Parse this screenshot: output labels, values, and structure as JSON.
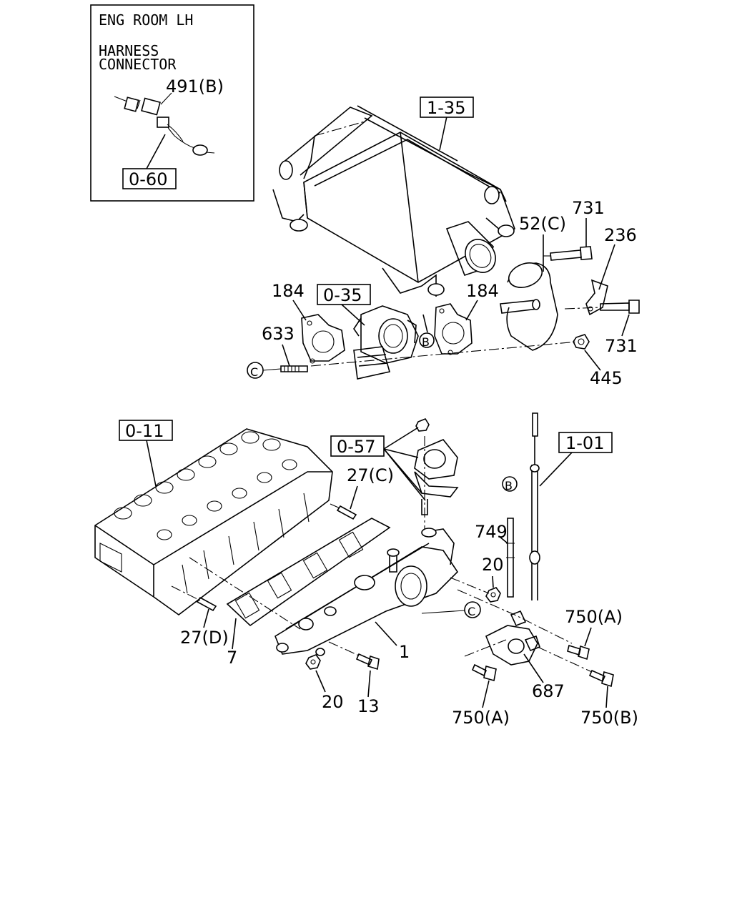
{
  "inset": {
    "title": "ENG ROOM LH",
    "subtitle_line1": "HARNESS",
    "subtitle_line2": "CONNECTOR",
    "part_491b": "491(B)",
    "ref_0_60": "0-60"
  },
  "refs": {
    "r_1_35": "1-35",
    "r_0_35": "0-35",
    "r_0_11": "0-11",
    "r_0_57": "0-57",
    "r_1_01": "1-01"
  },
  "parts": {
    "p731_top": "731",
    "p52c": "52(C)",
    "p236": "236",
    "p184_left": "184",
    "p184_right": "184",
    "p633": "633",
    "p731_right": "731",
    "p445": "445",
    "p27c": "27(C)",
    "p749": "749",
    "p20_right": "20",
    "p750a_right": "750(A)",
    "p27d": "27(D)",
    "p7": "7",
    "p1": "1",
    "p20_bottom": "20",
    "p13": "13",
    "p687": "687",
    "p750a_bottom": "750(A)",
    "p750b": "750(B)"
  },
  "callouts": {
    "c_upper": "C",
    "c_lower": "C",
    "b_upper": "B",
    "b_lower": "B"
  }
}
